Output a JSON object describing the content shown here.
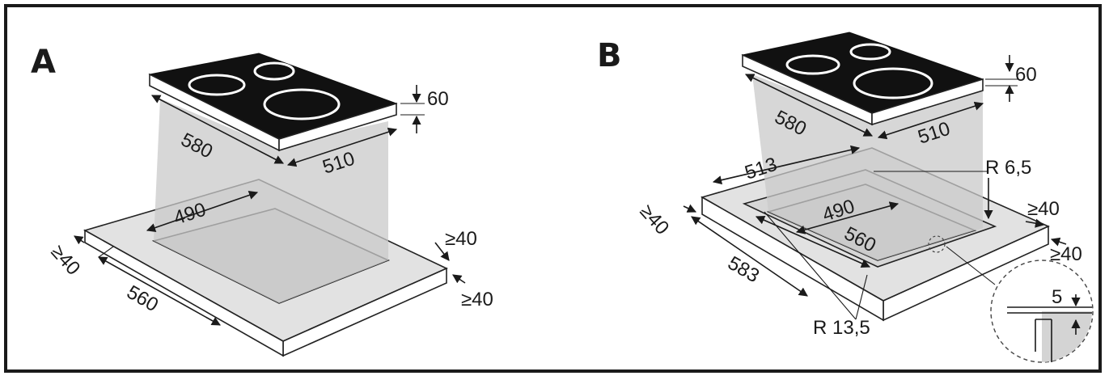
{
  "panels": [
    {
      "letter": "A",
      "dims": {
        "hob_width": "580",
        "hob_depth": "510",
        "hob_height": "60",
        "cutout_depth": "490",
        "cutout_width": "560",
        "front_clear": "≥40",
        "side_clear": "≥40",
        "back_clear": "≥40"
      }
    },
    {
      "letter": "B",
      "dims": {
        "hob_width": "580",
        "hob_depth": "510",
        "hob_height": "60",
        "recess_width": "513",
        "cutout_depth": "490",
        "cutout_width": "560",
        "recess_length": "583",
        "radius_small": "R 6,5",
        "radius_large": "R 13,5",
        "front_clear": "≥40",
        "side_clear_1": "≥40",
        "side_clear_2": "≥40",
        "detail_depth": "5"
      }
    }
  ]
}
